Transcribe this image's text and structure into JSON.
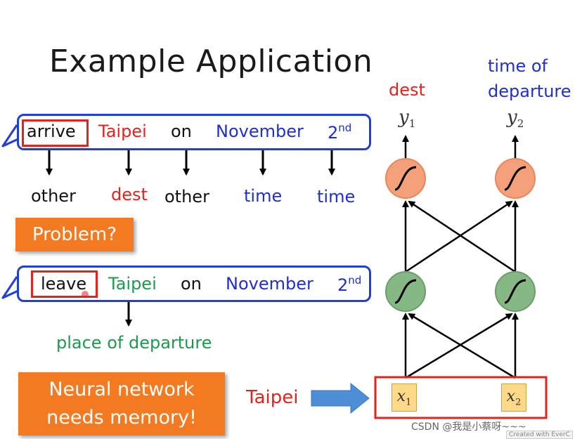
{
  "title": "Example Application",
  "sentence1": {
    "words": [
      "arrive",
      "Taipei",
      "on",
      "November",
      "2"
    ],
    "superscript": "nd",
    "slots": [
      "other",
      "dest",
      "other",
      "time",
      "time"
    ]
  },
  "problem_label": "Problem?",
  "sentence2": {
    "words": [
      "leave",
      "Taipei",
      "on",
      "November",
      "2"
    ],
    "superscript": "nd",
    "slot": "place of departure"
  },
  "memory_label": [
    "Neural network",
    "needs memory!"
  ],
  "network": {
    "input_word": "Taipei",
    "inputs": [
      {
        "base": "x",
        "sub": "1"
      },
      {
        "base": "x",
        "sub": "2"
      }
    ],
    "outputs": [
      {
        "base": "y",
        "sub": "1"
      },
      {
        "base": "y",
        "sub": "2"
      }
    ],
    "output_labels": [
      "dest",
      "time of",
      "departure"
    ]
  },
  "watermark": "CSDN @我是小蔡呀~~~",
  "watermark_badge": "Created with EverC",
  "colors": {
    "red": "#e5231d",
    "blue": "#1f2fd0",
    "green": "#1c9a4d",
    "orange": "#f47a21",
    "bubble": "#1f3fd8",
    "output_neuron": "#f4a07a",
    "hidden_neuron": "#86b886",
    "input_box": "#ffd98a",
    "arrow_fill": "#4d8fd6"
  }
}
